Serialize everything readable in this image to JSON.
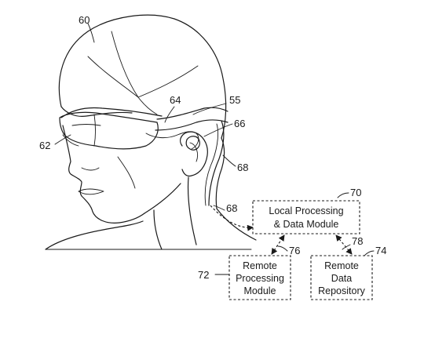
{
  "labels": {
    "r60": "60",
    "r64": "64",
    "r55": "55",
    "r66": "66",
    "r62": "62",
    "r68a": "68",
    "r68b": "68",
    "r70": "70",
    "r76": "76",
    "r78": "78",
    "r74": "74",
    "r72": "72"
  },
  "modules": {
    "local": {
      "line1": "Local Processing",
      "line2": "& Data Module"
    },
    "remote_processing": {
      "line1": "Remote",
      "line2": "Processing",
      "line3": "Module"
    },
    "remote_data": {
      "line1": "Remote",
      "line2": "Data",
      "line3": "Repository"
    }
  }
}
